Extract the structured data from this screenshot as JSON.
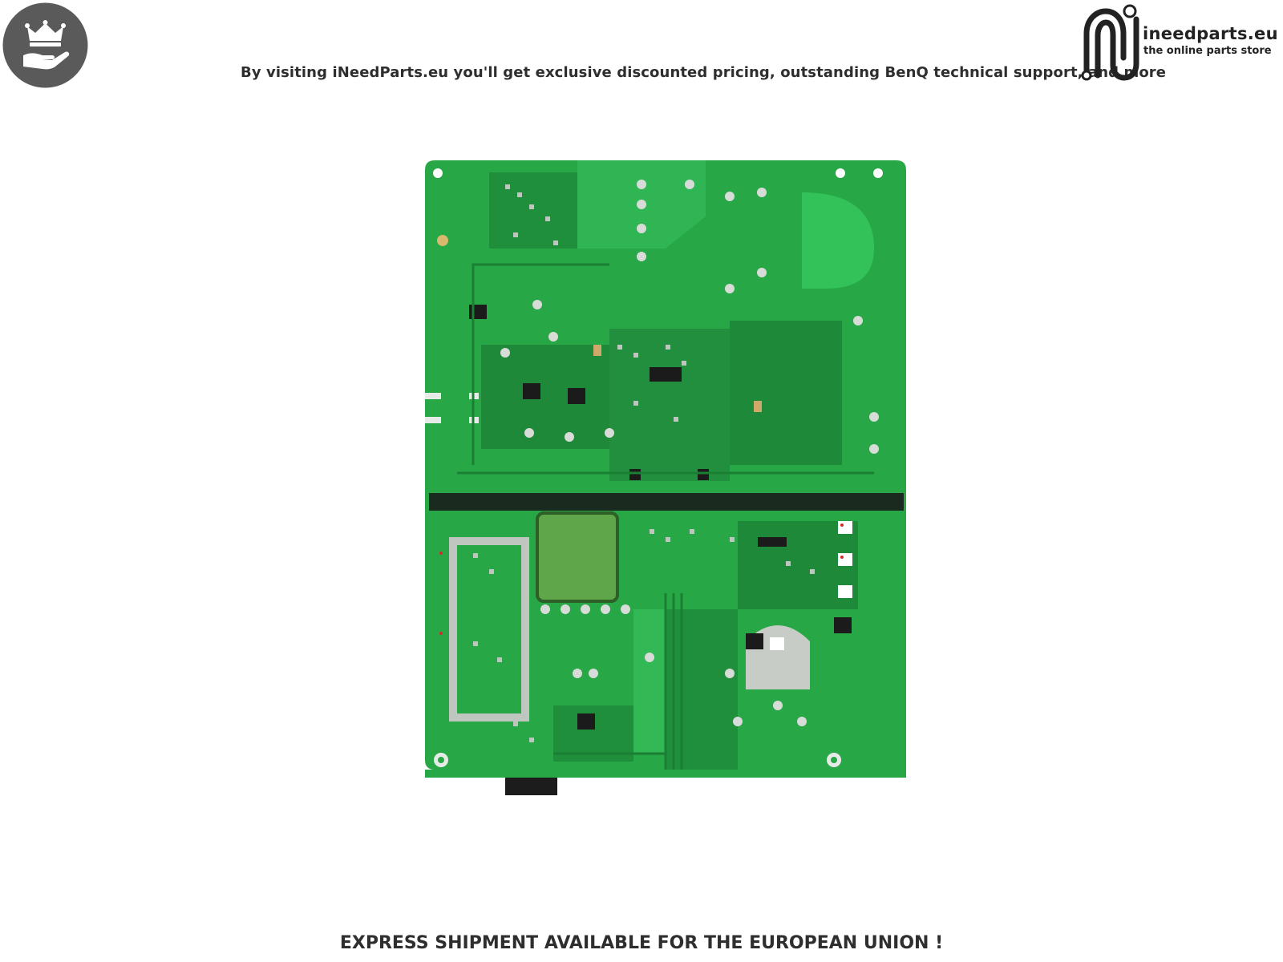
{
  "header": {
    "tagline": "By visiting iNeedParts.eu you'll get exclusive discounted pricing, outstanding BenQ technical support, and more",
    "brand": {
      "name": "ineedparts.eu",
      "subtitle": "the online parts store"
    }
  },
  "product": {
    "image_subject": "circuit-board"
  },
  "footer": {
    "notice": "EXPRESS SHIPMENT AVAILABLE FOR THE EUROPEAN UNION !"
  },
  "colors": {
    "badge": "#5a5a5a",
    "pcb": "#27a746",
    "pcb_dark": "#1a7f33",
    "solder": "#c9cdc9",
    "text": "#2e2e2e"
  }
}
